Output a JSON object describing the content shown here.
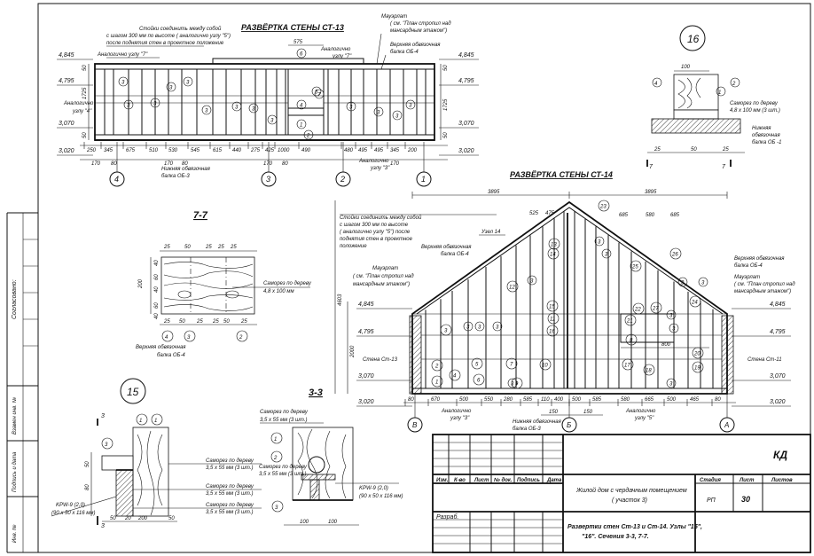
{
  "sidebar": {
    "labels": [
      "Согласовано:",
      "Взамен инв. №",
      "Подпись и дата",
      "Инв. №"
    ]
  },
  "view_ct13": {
    "title": "РАЗВЁРТКА СТЕНЫ СТ-13",
    "note1": "Стойки соединить между собой",
    "note2": "с шагом 300 мм по высоте ( аналогично узлу \"5\")",
    "note3": "после поднятия стен в проектное положение",
    "note4": "Аналогично узлу \"7\"",
    "note_mauerlat": "Мауэрлат",
    "note_mauerlat2": "( см. \"План стропил над",
    "note_mauerlat3": "мансардным этажом\")",
    "note_upper1": "Верхняя обвязочная",
    "note_upper2": "балка ОБ-4",
    "note_analog7a": "Аналогично",
    "note_analog7b": "узлу \"7\"",
    "note_analog4a": "Аналогично",
    "note_analog4b": "узлу \"4\"",
    "note_analog3a": "Аналогично",
    "note_analog3b": "узлу \"3\"",
    "note_lower1": "Нижняя обвязочная",
    "note_lower2": "балка ОБ-3",
    "levels_left": [
      "4,845",
      "4,795",
      "3,070",
      "3,020"
    ],
    "levels_right": [
      "4,845",
      "4,795",
      "3,070",
      "3,020"
    ],
    "dims_bottom1": [
      "250",
      "345",
      "675",
      "510",
      "530",
      "545",
      "615",
      "440",
      "275",
      "425",
      "1000",
      "490",
      "480",
      "495",
      "495",
      "345",
      "200"
    ],
    "dims_bottom2": [
      "170",
      "80",
      "170",
      "80",
      "170",
      "80",
      "170"
    ],
    "dims_vert": [
      "1725",
      "50",
      "50",
      "1725",
      "50",
      "50"
    ],
    "top_dim": "575",
    "axes": [
      "4",
      "3",
      "2",
      "1"
    ],
    "marks": [
      "3",
      "3",
      "3",
      "3",
      "3",
      "3",
      "3",
      "3",
      "3",
      "3",
      "3",
      "3",
      "3",
      "1",
      "2",
      "4",
      "5",
      "6",
      "7"
    ]
  },
  "node16": {
    "id": "16",
    "dim_top": "100",
    "dim_b1": "25",
    "dim_b2": "50",
    "dim_b3": "25",
    "marks": [
      "4",
      "2",
      "1"
    ],
    "note1": "Саморез по дереву",
    "note2": "4,8 x 100  мм (3 шт.)",
    "note3": "Нижняя",
    "note4": "обвязочная",
    "note5": "балка ОБ -1",
    "section": "7"
  },
  "section77": {
    "title": "7-7",
    "dims_top": [
      "25",
      "50",
      "25",
      "25",
      "25"
    ],
    "dims_left": [
      "40",
      "60",
      "40",
      "60",
      "40"
    ],
    "dim_total": "200",
    "dims_bottom": [
      "25",
      "50",
      "25",
      "25",
      "50",
      "25"
    ],
    "marks": [
      "4",
      "3",
      "2"
    ],
    "note1": "Саморез по дереву",
    "note2": "4,8 x 100  мм",
    "note3": "Верхняя обвязочная",
    "note4": "балка ОБ-4"
  },
  "view_ct14": {
    "title": "РАЗВЁРТКА СТЕНЫ СТ-14",
    "dim_left_half": "3895",
    "dim_right_half": "3895",
    "note_studs1": "Стойки соединить между собой",
    "note_studs2": "с шагом 300  мм по высоте",
    "note_studs3": "( аналогично узлу \"5\")  после",
    "note_studs4": "поднятия стен в проектное",
    "note_studs5": "положение",
    "node14": "Узел  14",
    "upper_left1": "Верхняя обвязочная",
    "upper_left2": "балка ОБ-4",
    "mauerlat_left1": "Мауэрлат",
    "mauerlat_left2": "( см. \"План стропил над",
    "mauerlat_left3": "мансардным этажом\")",
    "upper_right1": "Верхняя обвязочная",
    "upper_right2": "балка ОБ-4",
    "mauerlat_right1": "Мауэрлат",
    "mauerlat_right2": "( см. \"План стропил над",
    "mauerlat_right3": "мансардным этажом\")",
    "wall_left": "Стена Ст-13",
    "wall_right": "Стена Ст-11",
    "analog3a": "Аналогично",
    "analog3b": "узлу \"3\"",
    "analog5a": "Аналогично",
    "analog5b": "узлу \"5\"",
    "lower1": "Нижняя обвязочная",
    "lower2": "балка ОБ-3",
    "levels_left": [
      "4,845",
      "4,795",
      "3,070",
      "3,020"
    ],
    "levels_right": [
      "4,845",
      "4,795",
      "3,070",
      "3,020"
    ],
    "height_total": "4603",
    "height_lower": "2000",
    "dims_bottom": [
      "80",
      "670",
      "500",
      "550",
      "280",
      "585",
      "110",
      "400",
      "500",
      "585",
      "580",
      "665",
      "500",
      "465",
      "80"
    ],
    "dim_150a": "150",
    "dim_150b": "150",
    "dims_top": [
      "525",
      "475",
      "685",
      "580",
      "685"
    ],
    "dim_800": "800",
    "axes": [
      "В",
      "Б",
      "А"
    ],
    "marks": [
      "1",
      "2",
      "3",
      "4",
      "5",
      "6",
      "7",
      "8",
      "9",
      "10",
      "11",
      "12",
      "13",
      "14",
      "15",
      "16",
      "17",
      "18",
      "19",
      "20",
      "21",
      "22",
      "23",
      "24",
      "25",
      "26",
      "27"
    ]
  },
  "node15": {
    "id": "15",
    "marks": [
      "1",
      "1",
      "3"
    ],
    "section": "3",
    "dims": [
      "50",
      "80",
      "50",
      "20",
      "200",
      "50"
    ],
    "note1": "Саморез по дереву",
    "note2": "3,5 x 55  мм (3  шт.)",
    "note3": "Саморез по дереву",
    "note4": "3,5 x 55  мм (3  шт.)",
    "note5": "Саморез по дереву",
    "note6": "3,5 x 55  мм (3  шт.)",
    "kpw1": "KPW-9 (2,0)",
    "kpw2": "(90 x 50 x 116  мм)"
  },
  "section33": {
    "title": "3-3",
    "note1": "Саморез по дереву",
    "note2": "3,5 x 55  мм (3  шт.)",
    "note3": "Саморез по дереву",
    "note4": "3,5 x 55  мм (3  шт.)",
    "kpw1": "KPW-9 (2,0)",
    "kpw2": "(90 x 50 x 116  мм)",
    "marks": [
      "1",
      "2",
      "3"
    ],
    "dims": [
      "100",
      "100"
    ]
  },
  "stamp": {
    "code": "КД",
    "cols": [
      "Изм.",
      "К-во",
      "Лист",
      "№ док.",
      "Подпись",
      "Дата"
    ],
    "developer": "Разраб.",
    "project1": "Жилой дом с чердачным помещением",
    "project2": "( участок 3)",
    "sheet_title1": "Развертки стен Ст-13 и Ст-14.  Узлы \"15\",",
    "sheet_title2": "\"16\". Сечения 3-3, 7-7.",
    "stage_label": "Стадия",
    "sheet_label": "Лист",
    "sheets_label": "Листов",
    "stage": "РП",
    "sheet": "30",
    "sheets": ""
  }
}
